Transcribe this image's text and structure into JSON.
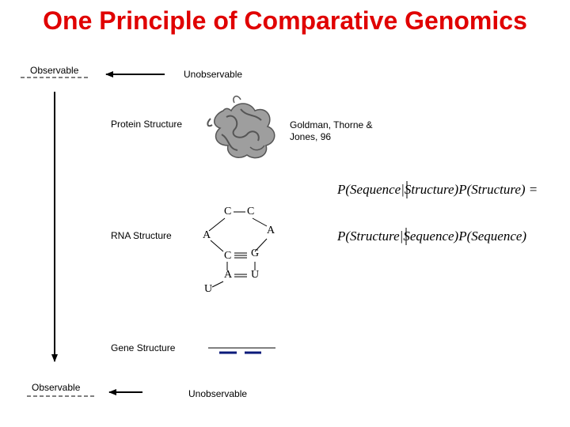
{
  "title": "One Principle of Comparative Genomics",
  "top": {
    "left": "Observable",
    "right": "Unobservable"
  },
  "bottom": {
    "left": "Observable",
    "right": "Unobservable"
  },
  "levels": {
    "protein": "Protein Structure",
    "rna": "RNA Structure",
    "gene": "Gene Structure"
  },
  "citation": {
    "line1": "Goldman, Thorne &",
    "line2": "Jones, 96"
  },
  "rna_bases": {
    "c_top_left": "C",
    "c_top_right": "C",
    "a_left": "A",
    "a_right": "A",
    "c_stem": "C",
    "g_stem": "G",
    "a_stem": "A",
    "u_stem": "U",
    "u_bottom": "U"
  },
  "formula": {
    "line1": "P(Sequence|Structure)P(Structure) =",
    "line2": "P(Structure|Sequence)P(Sequence)"
  }
}
